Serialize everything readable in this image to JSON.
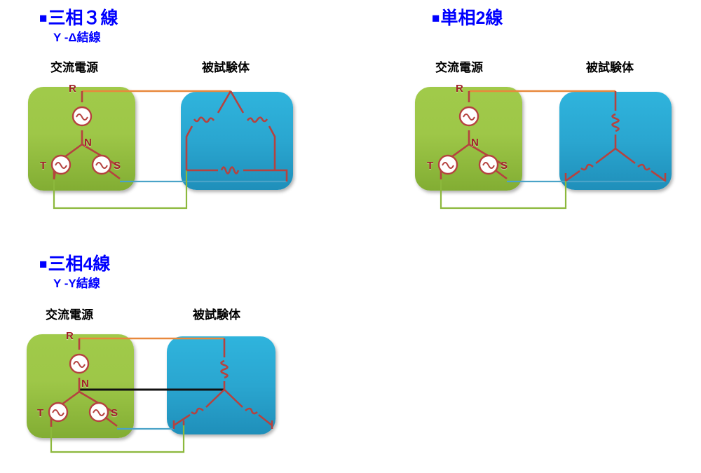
{
  "page": {
    "background_color": "#ffffff",
    "heading_color": "#0000ff",
    "caption_color": "#000000",
    "source_panel_color": "#9ec748",
    "load_panel_color": "#2aa6d0",
    "wire_red_color": "#b5423f",
    "wire_orange_color": "#e8883c",
    "wire_blue_color": "#4aa3c8",
    "wire_green_color": "#8cb83c",
    "wire_black_color": "#111111",
    "terminal_label_color": "#a02128"
  },
  "diagrams": [
    {
      "id": "three-phase-three-wire",
      "bullet": "■",
      "title": "三相３線",
      "subtitle": "Y -Δ結線",
      "source_caption": "交流電源",
      "load_caption": "被試験体",
      "source_type": "wye",
      "load_type": "delta",
      "has_neutral_wire": false,
      "terminals": [
        "R",
        "N",
        "T",
        "S"
      ],
      "source_elements": "ac-source",
      "load_elements": "coil",
      "wire_count": 3
    },
    {
      "id": "single-phase-two-wire",
      "bullet": "■",
      "title": "単相2線",
      "subtitle": "",
      "source_caption": "交流電源",
      "load_caption": "被試験体",
      "source_type": "wye",
      "load_type": "wye",
      "has_neutral_wire": false,
      "terminals": [
        "R",
        "N",
        "T",
        "S"
      ],
      "source_elements": "ac-source",
      "load_elements": "coil",
      "wire_count": 2
    },
    {
      "id": "three-phase-four-wire",
      "bullet": "■",
      "title": "三相4線",
      "subtitle": "Y -Y結線",
      "source_caption": "交流電源",
      "load_caption": "被試験体",
      "source_type": "wye",
      "load_type": "wye",
      "has_neutral_wire": true,
      "terminals": [
        "R",
        "N",
        "T",
        "S"
      ],
      "source_elements": "ac-source",
      "load_elements": "coil",
      "wire_count": 4
    }
  ]
}
